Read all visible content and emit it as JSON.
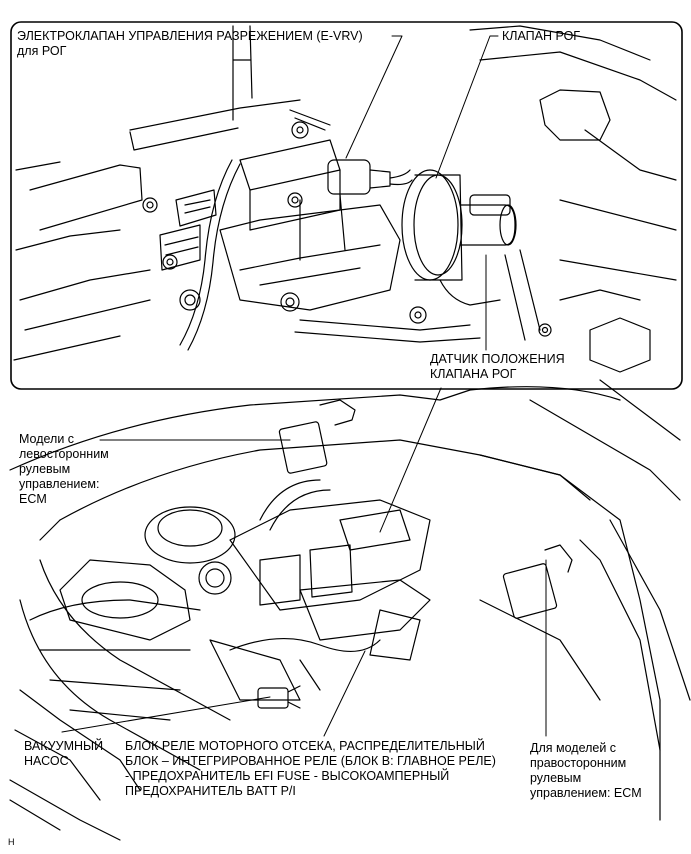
{
  "callouts": {
    "evrv": "ЭЛЕКТРОКЛАПАН УПРАВЛЕНИЯ РАЗРЕЖЕНИЕМ (E-VRV)\nдля РОГ",
    "egr_valve": "КЛАПАН РОГ",
    "egr_position_sensor": "ДАТЧИК ПОЛОЖЕНИЯ\nКЛАПАНА РОГ",
    "ecm_lhd": "Модели с\nлевосторонним\nрулевым\nуправлением:\nECM",
    "vacuum_pump": "ВАКУУМНЫЙ\nНАСОС",
    "relay_block": "БЛОК РЕЛЕ МОТОРНОГО ОТСЕКА, РАСПРЕДЕЛИТЕЛЬНЫЙ\nБЛОК – ИНТЕГРИРОВАННОЕ РЕЛЕ (БЛОК В: ГЛАВНОЕ РЕЛЕ)\n- ПРЕДОХРАНИТЕЛЬ EFI FUSE - ВЫСОКОАМПЕРНЫЙ\nПРЕДОХРАНИТЕЛЬ BATT P/I",
    "ecm_rhd": "Для моделей с\nправосторонним\nрулевым\nуправлением: ECM"
  },
  "figure_code": "H"
}
